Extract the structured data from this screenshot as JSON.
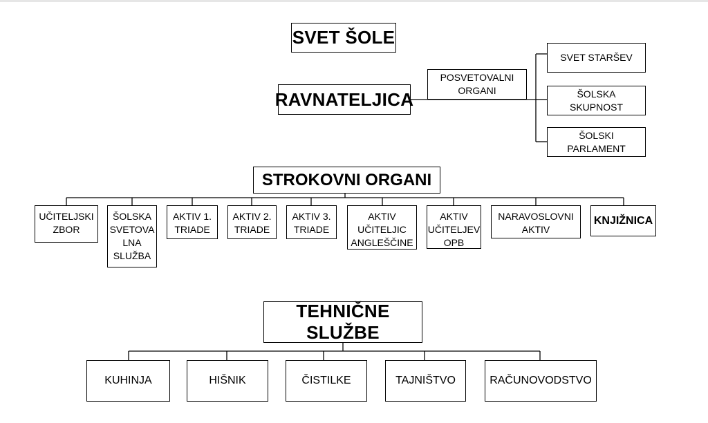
{
  "top": {
    "svet_sole": "SVET ŠOLE",
    "ravnateljica": "RAVNATELJICA",
    "posvetovalni": "POSVETOVALNI\nORGANI",
    "svet_starsev": "SVET STARŠEV",
    "solska_skupnost": "ŠOLSKA\nSKUPNOST",
    "solski_parlament": "ŠOLSKI\nPARLAMENT"
  },
  "strokovni": {
    "title": "STROKOVNI ORGANI",
    "items": [
      "UČITELJSKI\nZBOR",
      "ŠOLSKA\nSVETOVA\nLNA\nSLUŽBA",
      "AKTIV 1.\nTRIADE",
      "AKTIV 2.\nTRIADE",
      "AKTIV 3.\nTRIADE",
      "AKTIV\nUČITELJIC\nANGLEŠČINE",
      "AKTIV\nUČITELJEV\nOPB",
      "NARAVOSLOVNI\nAKTIV",
      "KNJIŽNICA"
    ]
  },
  "tehnicne": {
    "title": "TEHNIČNE SLUŽBE",
    "items": [
      "KUHINJA",
      "HIŠNIK",
      "ČISTILKE",
      "TAJNIŠTVO",
      "RAČUNOVODSTVO"
    ]
  }
}
